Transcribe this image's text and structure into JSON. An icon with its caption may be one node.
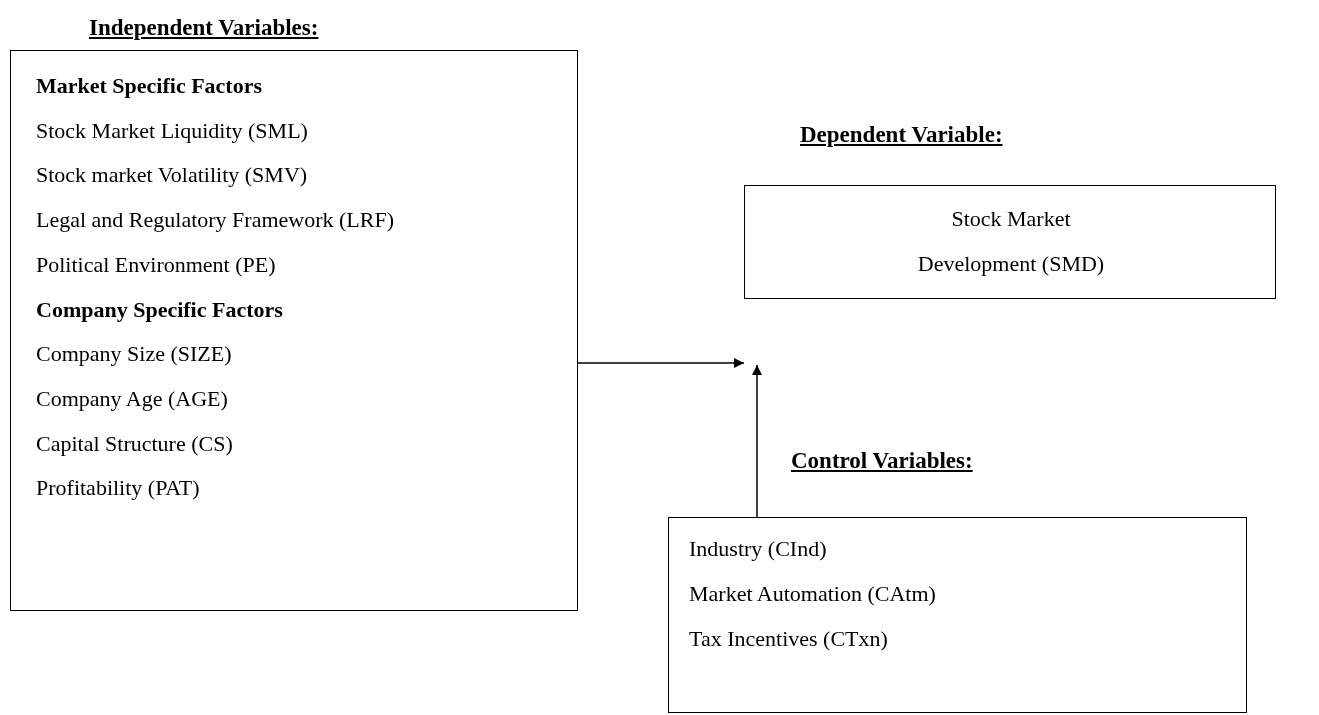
{
  "diagram": {
    "nodes": [
      {
        "text": [
          "Independent Variables:",
          "Market Specific Factors",
          "Stock Market Liquidity (SML)",
          "Stock market Volatility (SMV)",
          "Legal and Regulatory Framework (LRF)",
          "Political Environment (PE)",
          "Company Specific Factors",
          "Company Size (SIZE)",
          "Company Age (AGE)",
          "Capital Structure (CS)",
          "Profitability (PAT)"
        ]
      },
      {
        "text": [
          "Dependent Variable:",
          "Stock Market Development (SMD)"
        ]
      },
      {
        "text": [
          "Control Variables:",
          "Industry (CInd)",
          "Market Automation (CAtm)",
          "Tax Incentives (CTxn)"
        ]
      }
    ],
    "edges": [
      {
        "from": 0,
        "to": 1,
        "arrow": "to"
      },
      {
        "from": 2,
        "to": null,
        "arrow": "to"
      }
    ]
  }
}
